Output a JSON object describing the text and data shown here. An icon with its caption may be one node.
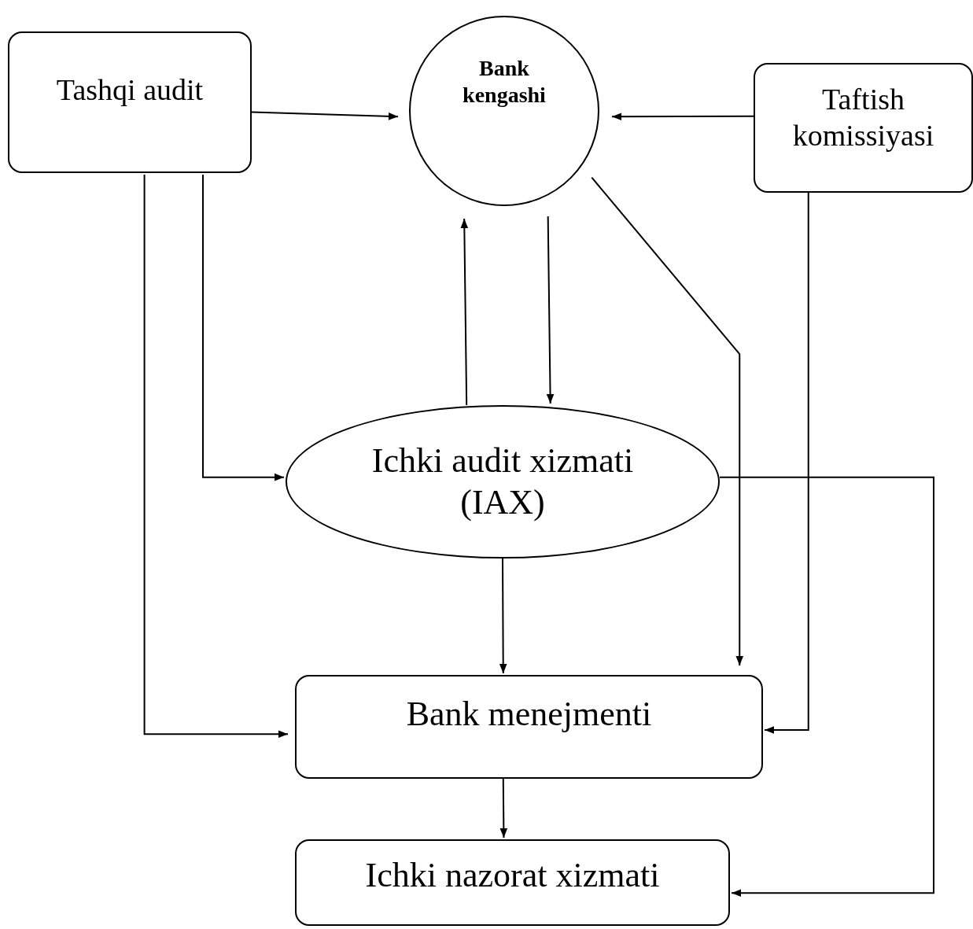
{
  "diagram": {
    "nodes": [
      {
        "text": [
          "Tashqi audit"
        ]
      },
      {
        "text": [
          "Bank kengashi"
        ]
      },
      {
        "text": [
          "Taftish komissiyasi"
        ]
      },
      {
        "text": [
          "Ichki audit xizmati (IAX)"
        ]
      },
      {
        "text": [
          "Bank menejmenti"
        ]
      },
      {
        "text": [
          "Ichki nazorat xizmati"
        ]
      }
    ],
    "edges": [
      {
        "from": 0,
        "to": 1,
        "arrow": "to"
      },
      {
        "from": 2,
        "to": 1,
        "arrow": "to"
      },
      {
        "from": 3,
        "to": 1,
        "arrow": "to"
      },
      {
        "from": 1,
        "to": 3,
        "arrow": "to"
      },
      {
        "from": 1,
        "to": 4,
        "arrow": "to"
      },
      {
        "from": 0,
        "to": 3,
        "arrow": "to"
      },
      {
        "from": 0,
        "to": 4,
        "arrow": "to"
      },
      {
        "from": 2,
        "to": 4,
        "arrow": "to"
      },
      {
        "from": 3,
        "to": 4,
        "arrow": "to"
      },
      {
        "from": 3,
        "to": 5,
        "arrow": "to"
      },
      {
        "from": 4,
        "to": 5,
        "arrow": "to"
      }
    ]
  }
}
